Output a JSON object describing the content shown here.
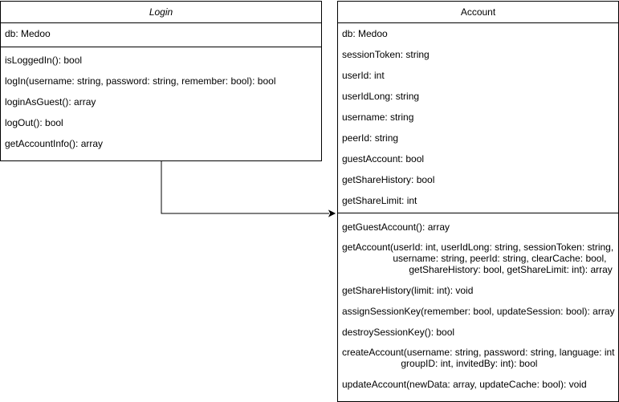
{
  "login": {
    "name": "Login",
    "attributes": [
      "db: Medoo"
    ],
    "methods": [
      "isLoggedIn(): bool",
      "logIn(username: string, password: string, remember: bool): bool",
      "loginAsGuest(): array",
      "logOut(): bool",
      "getAccountInfo(): array"
    ]
  },
  "account": {
    "name": "Account",
    "attributes": [
      "db: Medoo",
      "sessionToken: string",
      "userId: int",
      "userIdLong: string",
      "username: string",
      "peerId: string",
      "guestAccount: bool",
      "getShareHistory: bool",
      "getShareLimit: int"
    ],
    "methods": [
      "getGuestAccount(): array",
      "getAccount(userId: int, userIdLong: string, sessionToken: string,\n                   username: string, peerId: string, clearCache: bool,\n                         getShareHistory: bool, getShareLimit: int): array",
      "getShareHistory(limit: int): void",
      "assignSessionKey(remember: bool, updateSession: bool): array",
      "destroySessionKey(): bool",
      "createAccount(username: string, password: string, language: int\n                      groupID: int, invitedBy: int): bool",
      "updateAccount(newData: array, updateCache: bool): void"
    ]
  }
}
